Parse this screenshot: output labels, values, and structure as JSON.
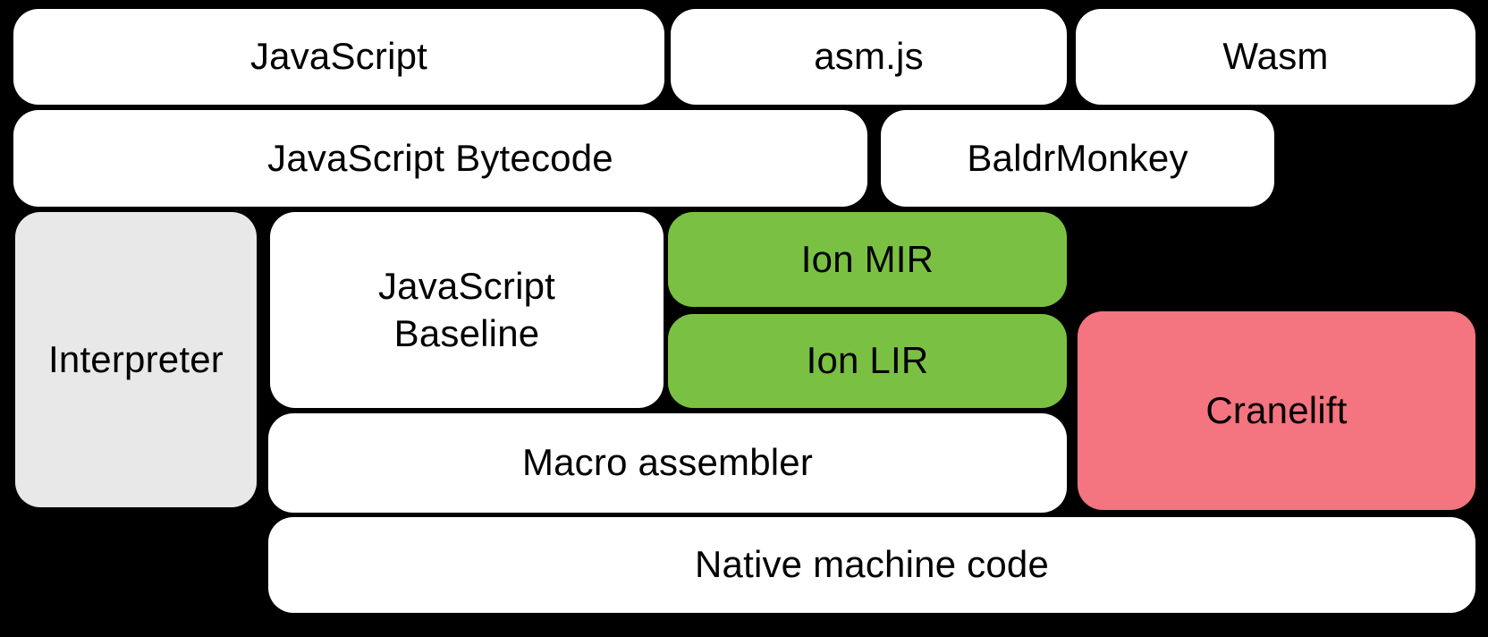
{
  "colors": {
    "background": "#000000",
    "box_white": "#ffffff",
    "box_gray": "#e8e8e8",
    "box_green": "#7ac143",
    "box_pink": "#f4747f",
    "text": "#000000"
  },
  "boxes": {
    "javascript": "JavaScript",
    "asm_js": "asm.js",
    "wasm": "Wasm",
    "javascript_bytecode": "JavaScript Bytecode",
    "baldrmonkey": "BaldrMonkey",
    "interpreter": "Interpreter",
    "javascript_baseline": "JavaScript\nBaseline",
    "ion_mir": "Ion MIR",
    "ion_lir": "Ion LIR",
    "cranelift": "Cranelift",
    "macro_assembler": "Macro assembler",
    "native_machine_code": "Native machine code"
  }
}
